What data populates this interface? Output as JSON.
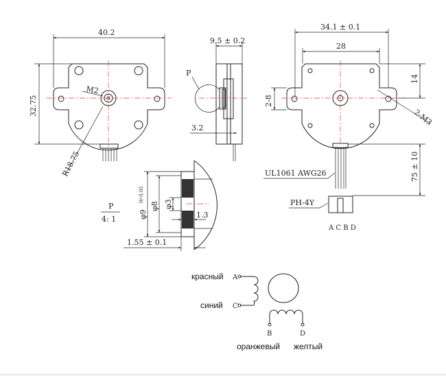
{
  "front_view": {
    "width_dim": "40.2",
    "height_dim": "32.75",
    "thread_label": "M2",
    "radius_dim": "R18.75"
  },
  "side_view": {
    "thickness_dim": "9.5 ± 0.2",
    "detail_label": "P",
    "shaft_dim": "3.2"
  },
  "rear_view": {
    "ear_span_dim": "34.1 ± 0.1",
    "hole_span_dim": "28",
    "offset_dim": "14",
    "ear_height_dim": "2-8",
    "mount_holes": "2-M3",
    "wire_spec": "UL1061  AWG26",
    "cable_length_dim": "75 ± 10",
    "connector": "PH-4Y",
    "pin_order": "A C B D"
  },
  "detail_p": {
    "label": "P",
    "scale": "4: 1",
    "outer_dia": "φ9",
    "outer_tol": "0/-0.05",
    "mid_dia": "φ8",
    "bore_dia": "φ3",
    "depth_dim": "1.3",
    "length_dim": "1.55 ± 0.1"
  },
  "wiring": {
    "pin_a": "A",
    "pin_c": "C",
    "pin_b": "B",
    "pin_d": "D",
    "color_a": "красный",
    "color_c": "синий",
    "color_b": "оранжевый",
    "color_d": "желтый"
  }
}
